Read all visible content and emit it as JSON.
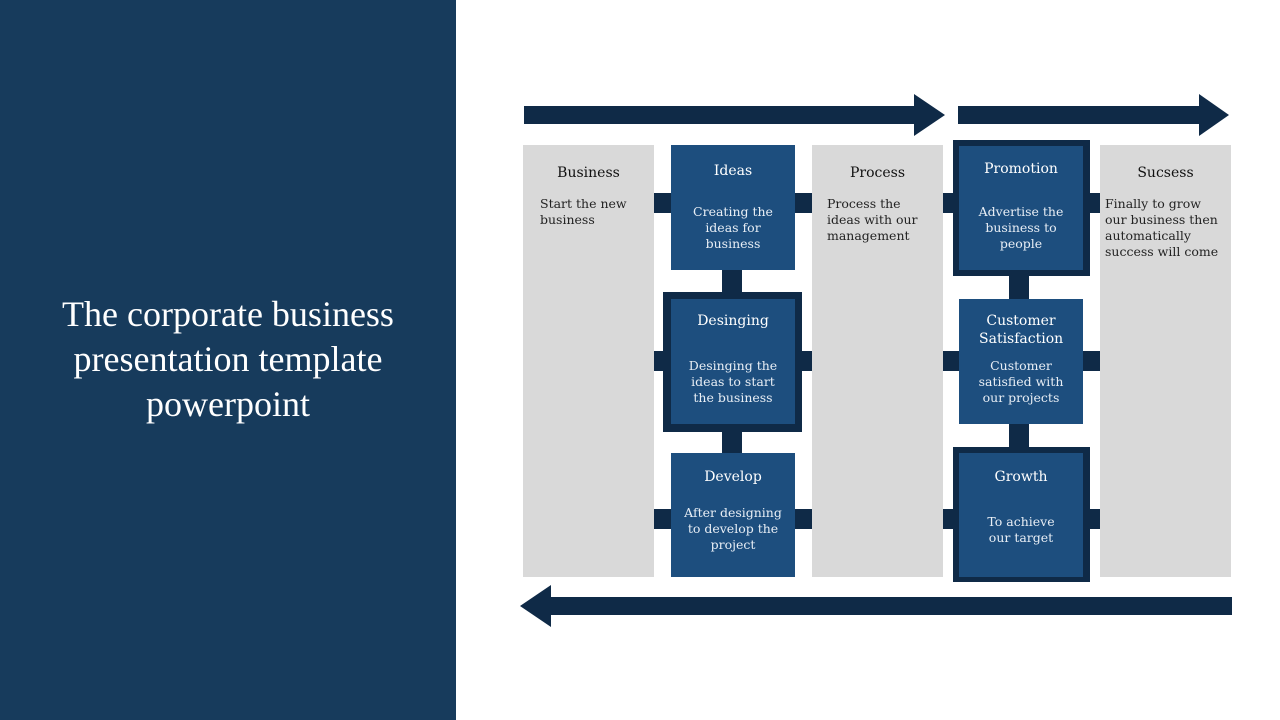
{
  "slide_title": "The corporate business presentation template powerpoint",
  "colors": {
    "dark_navy": "#173b5c",
    "box_blue": "#1d4e7e",
    "connector": "#0f2a47",
    "gray": "#d9d9d9"
  },
  "columns": [
    {
      "title": "Business",
      "desc": "Start the new business"
    },
    {
      "title": "Process",
      "desc": "Process the ideas with our management"
    },
    {
      "title": "Sucsess",
      "desc": "Finally to grow our business then automatically success will come"
    }
  ],
  "boxes": [
    {
      "title": "Ideas",
      "desc": "Creating the ideas for business"
    },
    {
      "title": "Desinging",
      "desc": "Desinging the ideas to start the business"
    },
    {
      "title": "Develop",
      "desc": "After designing to develop the project"
    },
    {
      "title": "Promotion",
      "desc": "Advertise the business to people"
    },
    {
      "title": "Customer Satisfaction",
      "desc": "Customer satisfied with our projects"
    },
    {
      "title": "Growth",
      "desc": "To achieve our target"
    }
  ]
}
